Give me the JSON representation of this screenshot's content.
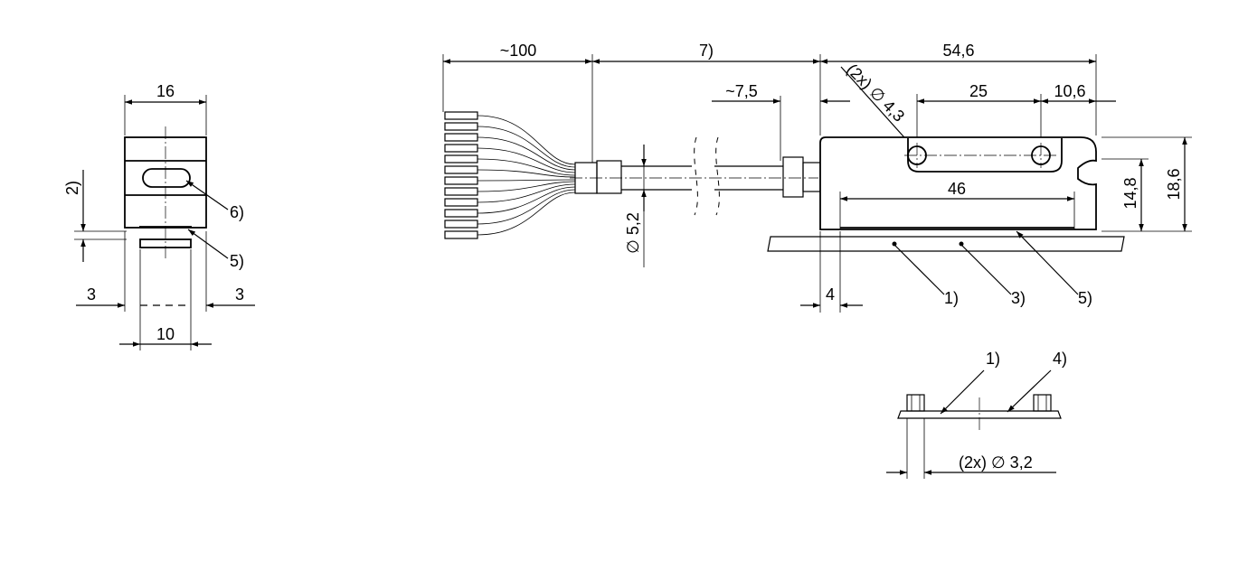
{
  "colors": {
    "stroke": "#000000",
    "background": "#ffffff"
  },
  "side_view": {
    "dim_width": "16",
    "dim_offset": "2)",
    "dim_left": "3",
    "dim_right": "3",
    "dim_bottom": "10",
    "note_slot": "6)",
    "note_magnet": "5)"
  },
  "main_view": {
    "dim_lead": "~100",
    "dim_cable": "7)",
    "dim_total": "54,6",
    "dim_holes": "(2x) ∅ 4,3",
    "dim_nut": "~7,5",
    "dim_pitch": "25",
    "dim_edge": "10,6",
    "dim_active": "46",
    "dim_h1": "14,8",
    "dim_h2": "18,6",
    "dim_cable_dia": "∅ 5,2",
    "dim_offset4": "4",
    "note_1": "1)",
    "note_3": "3)",
    "note_5": "5)"
  },
  "detail_view": {
    "note_1": "1)",
    "note_4": "4)",
    "dim_pins": "(2x) ∅ 3,2"
  }
}
